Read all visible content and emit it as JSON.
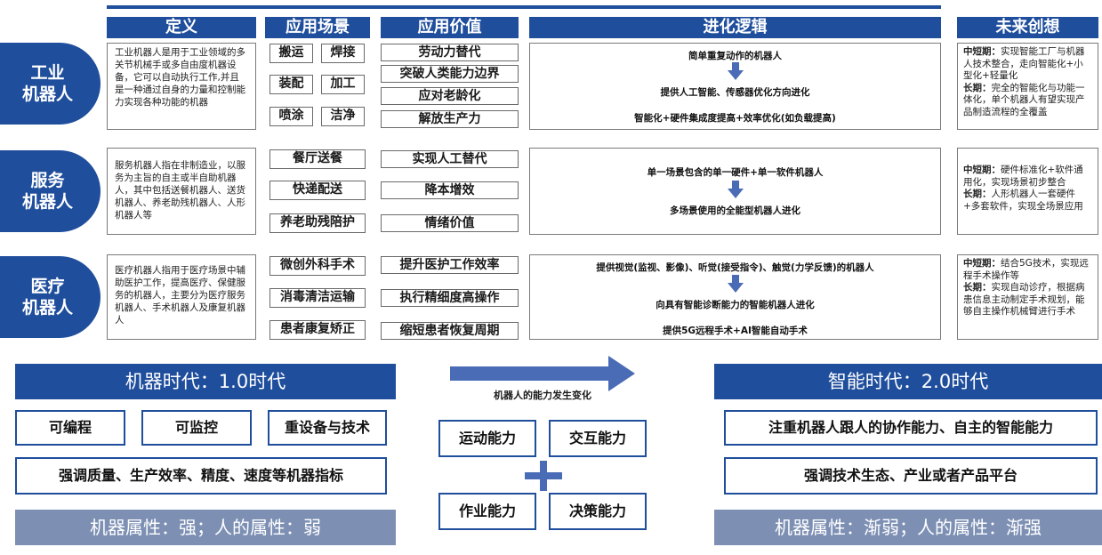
{
  "headers": {
    "definition": "定义",
    "scenarios": "应用场景",
    "value": "应用价值",
    "evolution": "进化逻辑",
    "future": "未来创想"
  },
  "rows": [
    {
      "category": "工业\n机器人",
      "definition": "工业机器人是用于工业领域的多关节机械手或多自由度机器设备，它可以自动执行工作,并且是一种通过自身的力量和控制能力实现各种功能的机器",
      "scenarios": [
        "搬运",
        "焊接",
        "装配",
        "加工",
        "喷涂",
        "洁净"
      ],
      "values": [
        "劳动力替代",
        "突破人类能力边界",
        "应对老龄化",
        "解放生产力"
      ],
      "evolution": {
        "line1": "简单重复动作的机器人",
        "line2": "提供人工智能、传感器优化方向进化",
        "line3": "智能化+硬件集成度提高+效率优化(如负载提高)"
      },
      "future": {
        "short_label": "中短期：",
        "short_text": "实现智能工厂与机器人技术整合，走向智能化+小型化+轻量化",
        "long_label": "长期：",
        "long_text": "完全的智能化与功能一体化，单个机器人有望实现产品制造流程的全覆盖"
      }
    },
    {
      "category": "服务\n机器人",
      "definition": "服务机器人指在非制造业，以服务为主旨的自主或半自助机器人，其中包括送餐机器人、送货机器人、养老助残机器人、人形机器人等",
      "scenarios": [
        "餐厅送餐",
        "快递配送",
        "养老助残陪护"
      ],
      "values": [
        "实现人工替代",
        "降本增效",
        "情绪价值"
      ],
      "evolution": {
        "line1": "单一场景包含的单一硬件+单一软件机器人",
        "line2": "多场景使用的全能型机器人进化"
      },
      "future": {
        "short_label": "中短期：",
        "short_text": "硬件标准化+软件通用化，实现场景初步整合",
        "long_label": "长期：",
        "long_text": "人形机器人一套硬件+多套软件，实现全场景应用"
      }
    },
    {
      "category": "医疗\n机器人",
      "definition": "医疗机器人指用于医疗场景中辅助医护工作，提高医疗、保健服务的机器人，主要分为医疗服务机器人、手术机器人及康复机器人",
      "scenarios": [
        "微创外科手术",
        "消毒清洁运输",
        "患者康复矫正"
      ],
      "values": [
        "提升医护工作效率",
        "执行精细度高操作",
        "缩短患者恢复周期"
      ],
      "evolution": {
        "line1": "提供视觉(监视、影像)、听觉(接受指令)、触觉(力学反馈)的机器人",
        "line2": "向具有智能诊断能力的智能机器人进化",
        "line3": "提供5G远程手术+AI智能自动手术"
      },
      "future": {
        "short_label": "中短期：",
        "short_text": "结合5G技术，实现远程手术操作等",
        "long_label": "长期：",
        "long_text": "实现自动诊疗，根据病患信息主动制定手术规划，能够自主操作机械臂进行手术"
      }
    }
  ],
  "bottom": {
    "era1": "机器时代：1.0时代",
    "era1_features": [
      "可编程",
      "可监控",
      "重设备与技术"
    ],
    "era1_metric": "强调质量、生产效率、精度、速度等机器指标",
    "era1_attr": "机器属性：强；人的属性：弱",
    "change_label": "机器人的能力发生变化",
    "abilities": [
      "运动能力",
      "交互能力",
      "作业能力",
      "决策能力"
    ],
    "era2": "智能时代：2.0时代",
    "era2_point1": "注重机器人跟人的协作能力、自主的智能能力",
    "era2_point2": "强调技术生态、产业或者产品平台",
    "era2_attr": "机器属性：渐弱；人的属性：渐强"
  },
  "colors": {
    "primary": "#1f4e9c",
    "attr_bar": "#7d90b4",
    "arrow": "#4a6bb5"
  }
}
